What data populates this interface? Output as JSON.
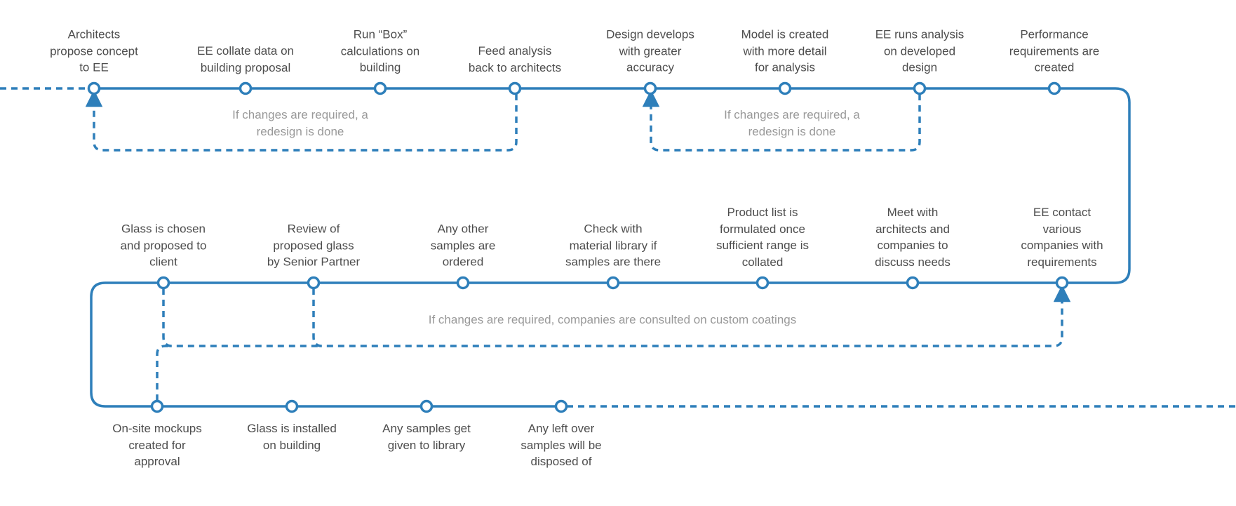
{
  "colors": {
    "line": "#2e7fba",
    "text": "#4d4d4d",
    "note": "#999999",
    "node_fill": "#ffffff"
  },
  "steps": [
    {
      "label": "Architects\npropose concept\nto EE"
    },
    {
      "label": "EE collate data on\nbuilding proposal"
    },
    {
      "label": "Run “Box”\ncalculations on\nbuilding"
    },
    {
      "label": "Feed analysis\nback to architects"
    },
    {
      "label": "Design develops\nwith greater\naccuracy"
    },
    {
      "label": "Model is created\nwith more detail\nfor analysis"
    },
    {
      "label": "EE runs analysis\non developed\ndesign"
    },
    {
      "label": "Performance\nrequirements are\ncreated"
    },
    {
      "label": "EE contact\nvarious\ncompanies with\nrequirements"
    },
    {
      "label": "Meet with\narchitects and\ncompanies to\ndiscuss needs"
    },
    {
      "label": "Product list is\nformulated once\nsufficient range is\ncollated"
    },
    {
      "label": "Check with\nmaterial library if\nsamples are there"
    },
    {
      "label": "Any other\nsamples are\nordered"
    },
    {
      "label": "Review of\nproposed glass\nby Senior Partner"
    },
    {
      "label": "Glass is chosen\nand proposed to\nclient"
    },
    {
      "label": "On-site mockups\ncreated for\napproval"
    },
    {
      "label": "Glass is installed\non building"
    },
    {
      "label": "Any samples get\ngiven to library"
    },
    {
      "label": "Any left over\nsamples will be\ndisposed of"
    }
  ],
  "loops": [
    {
      "note": "If changes are required, a\nredesign is done"
    },
    {
      "note": "If changes are required, a\nredesign is done"
    },
    {
      "note": "If changes are required, companies are consulted on custom coatings"
    }
  ]
}
